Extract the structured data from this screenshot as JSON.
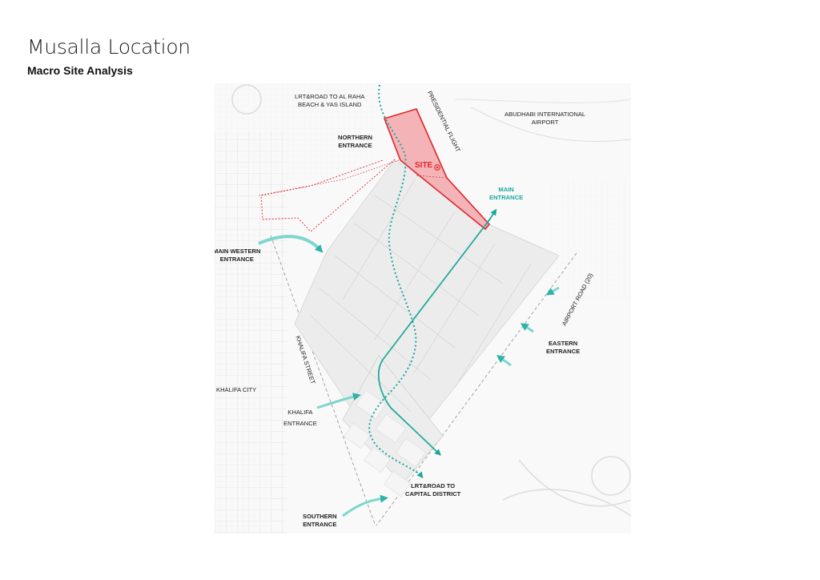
{
  "title": "Musalla Location",
  "subtitle": "Macro Site Analysis",
  "colors": {
    "site_fill": "#f4b4b7",
    "site_stroke": "#e0262d",
    "route": "#1aa79c",
    "entrance_arrow": "#6fd0c6",
    "block_fill": "#e9e9e9",
    "street_grid": "#e2e2e2"
  },
  "map": {
    "labels": {
      "lrt_north": [
        "LRT&ROAD TO AL RAHA",
        "BEACH & YAS ISLAND"
      ],
      "presidential_flight": "PRESIDENTIAL FLIGHT",
      "airport": [
        "ABUDHABI INTERNATIONAL",
        "AIRPORT"
      ],
      "northern_entrance": [
        "NORTHERN",
        "ENTRANCE"
      ],
      "site": "SITE",
      "main_entrance": [
        "MAIN",
        "ENTRANCE"
      ],
      "main_western_entrance": [
        "MAIN WESTERN",
        "ENTRANCE"
      ],
      "airport_road": "AIRPORT ROAD (20)",
      "eastern_entrance": [
        "EASTERN",
        "ENTRANCE"
      ],
      "khalifa_street": "KHALIFA STREET",
      "khalifa_city": "KHALIFA CITY",
      "khalifa_entrance": [
        "KHALIFA",
        "ENTRANCE"
      ],
      "lrt_south": [
        "LRT&ROAD TO",
        "CAPITAL DISTRICT"
      ],
      "southern_entrance": [
        "SOUTHERN",
        "ENTRANCE"
      ]
    }
  }
}
